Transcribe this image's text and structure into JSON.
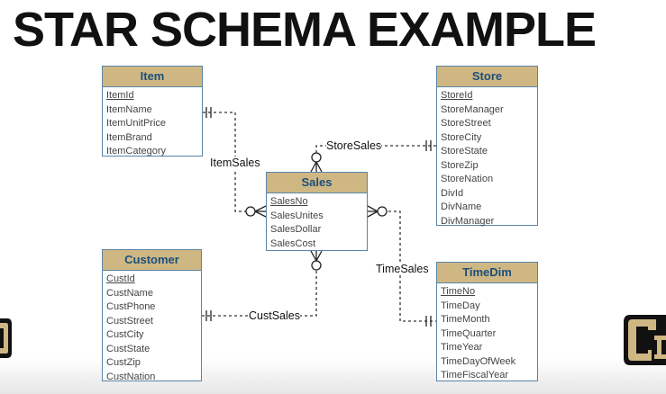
{
  "title": "STAR SCHEMA EXAMPLE",
  "colors": {
    "header_fill": "#cfb783",
    "header_text": "#1c4f7c",
    "border": "#5a84a8",
    "logo_gold": "#cfb783",
    "logo_black": "#111111"
  },
  "entities": {
    "item": {
      "name": "Item",
      "fields": [
        "ItemId",
        "ItemName",
        "ItemUnitPrice",
        "ItemBrand",
        "ItemCategory"
      ]
    },
    "store": {
      "name": "Store",
      "fields": [
        "StoreId",
        "StoreManager",
        "StoreStreet",
        "StoreCity",
        "StoreState",
        "StoreZip",
        "StoreNation",
        "DivId",
        "DivName",
        "DivManager"
      ]
    },
    "sales": {
      "name": "Sales",
      "fields": [
        "SalesNo",
        "SalesUnites",
        "SalesDollar",
        "SalesCost"
      ]
    },
    "customer": {
      "name": "Customer",
      "fields": [
        "CustId",
        "CustName",
        "CustPhone",
        "CustStreet",
        "CustCity",
        "CustState",
        "CustZip",
        "CustNation"
      ]
    },
    "timedim": {
      "name": "TimeDim",
      "fields": [
        "TimeNo",
        "TimeDay",
        "TimeMonth",
        "TimeQuarter",
        "TimeYear",
        "TimeDayOfWeek",
        "TimeFiscalYear"
      ]
    }
  },
  "relationships": {
    "item_sales": "ItemSales",
    "store_sales": "StoreSales",
    "cust_sales": "CustSales",
    "time_sales": "TimeSales"
  },
  "logos": [
    "cu-logo-icon",
    "cu-logo-icon"
  ]
}
